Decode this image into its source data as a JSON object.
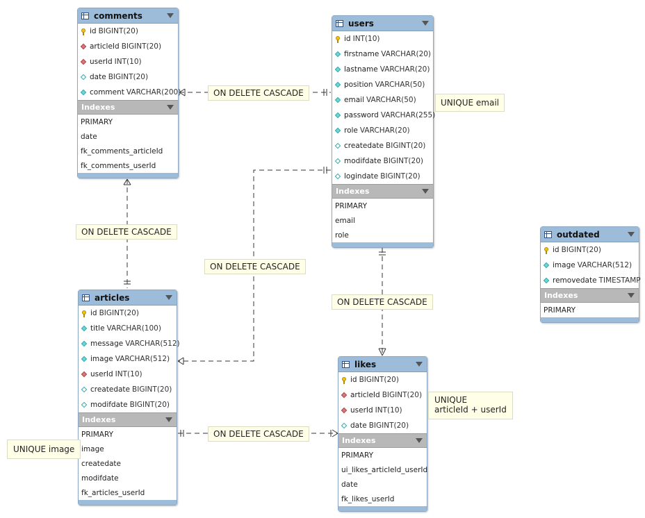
{
  "tables": {
    "comments": {
      "name": "comments",
      "columns": [
        {
          "icon": "primary-key-icon",
          "name": "id",
          "type": "BIGINT(20)"
        },
        {
          "icon": "foreign-key-icon",
          "name": "articleId",
          "type": "BIGINT(20)"
        },
        {
          "icon": "foreign-key-icon",
          "name": "userId",
          "type": "INT(10)"
        },
        {
          "icon": "nullable-column-icon",
          "name": "date",
          "type": "BIGINT(20)"
        },
        {
          "icon": "not-null-column-icon",
          "name": "comment",
          "type": "VARCHAR(200)"
        }
      ],
      "indexes_label": "Indexes",
      "indexes": [
        "PRIMARY",
        "date",
        "fk_comments_articleId",
        "fk_comments_userId"
      ]
    },
    "users": {
      "name": "users",
      "columns": [
        {
          "icon": "primary-key-icon",
          "name": "id",
          "type": "INT(10)"
        },
        {
          "icon": "not-null-column-icon",
          "name": "firstname",
          "type": "VARCHAR(20)"
        },
        {
          "icon": "not-null-column-icon",
          "name": "lastname",
          "type": "VARCHAR(20)"
        },
        {
          "icon": "not-null-column-icon",
          "name": "position",
          "type": "VARCHAR(50)"
        },
        {
          "icon": "not-null-column-icon",
          "name": "email",
          "type": "VARCHAR(50)"
        },
        {
          "icon": "not-null-column-icon",
          "name": "password",
          "type": "VARCHAR(255)"
        },
        {
          "icon": "not-null-column-icon",
          "name": "role",
          "type": "VARCHAR(20)"
        },
        {
          "icon": "nullable-column-icon",
          "name": "createdate",
          "type": "BIGINT(20)"
        },
        {
          "icon": "nullable-column-icon",
          "name": "modifdate",
          "type": "BIGINT(20)"
        },
        {
          "icon": "nullable-column-icon",
          "name": "logindate",
          "type": "BIGINT(20)"
        }
      ],
      "indexes_label": "Indexes",
      "indexes": [
        "PRIMARY",
        "email",
        "role"
      ]
    },
    "articles": {
      "name": "articles",
      "columns": [
        {
          "icon": "primary-key-icon",
          "name": "id",
          "type": "BIGINT(20)"
        },
        {
          "icon": "not-null-column-icon",
          "name": "title",
          "type": "VARCHAR(100)"
        },
        {
          "icon": "not-null-column-icon",
          "name": "message",
          "type": "VARCHAR(512)"
        },
        {
          "icon": "not-null-column-icon",
          "name": "image",
          "type": "VARCHAR(512)"
        },
        {
          "icon": "foreign-key-icon",
          "name": "userId",
          "type": "INT(10)"
        },
        {
          "icon": "nullable-column-icon",
          "name": "createdate",
          "type": "BIGINT(20)"
        },
        {
          "icon": "nullable-column-icon",
          "name": "modifdate",
          "type": "BIGINT(20)"
        }
      ],
      "indexes_label": "Indexes",
      "indexes": [
        "PRIMARY",
        "image",
        "createdate",
        "modifdate",
        "fk_articles_userId"
      ]
    },
    "likes": {
      "name": "likes",
      "columns": [
        {
          "icon": "primary-key-icon",
          "name": "id",
          "type": "BIGINT(20)"
        },
        {
          "icon": "foreign-key-icon",
          "name": "articleId",
          "type": "BIGINT(20)"
        },
        {
          "icon": "foreign-key-icon",
          "name": "userId",
          "type": "INT(10)"
        },
        {
          "icon": "nullable-column-icon",
          "name": "date",
          "type": "BIGINT(20)"
        }
      ],
      "indexes_label": "Indexes",
      "indexes": [
        "PRIMARY",
        "ui_likes_articleId_userId",
        "date",
        "fk_likes_userId"
      ]
    },
    "outdated": {
      "name": "outdated",
      "columns": [
        {
          "icon": "primary-key-icon",
          "name": "id",
          "type": "BIGINT(20)"
        },
        {
          "icon": "not-null-column-icon",
          "name": "image",
          "type": "VARCHAR(512)"
        },
        {
          "icon": "not-null-column-icon",
          "name": "removedate",
          "type": "TIMESTAMP"
        }
      ],
      "indexes_label": "Indexes",
      "indexes": [
        "PRIMARY"
      ]
    }
  },
  "relationship_labels": {
    "comments_users": "ON DELETE CASCADE",
    "comments_articles": "ON DELETE CASCADE",
    "users_articles": "ON DELETE CASCADE",
    "users_likes": "ON DELETE CASCADE",
    "articles_likes": "ON DELETE CASCADE"
  },
  "notes": {
    "users_unique": "UNIQUE email",
    "likes_unique_title": "UNIQUE",
    "likes_unique_cols": "articleId + userId",
    "articles_unique": "UNIQUE image"
  },
  "colors": {
    "table_header": "#9dbcd9",
    "indexes_header": "#b8b8b8",
    "note_background": "#ffffe8",
    "connector_line": "#333333"
  }
}
